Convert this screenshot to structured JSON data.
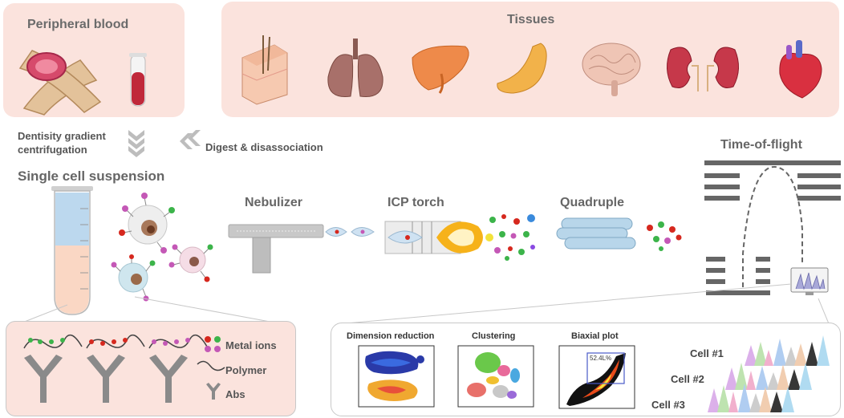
{
  "peripheral": {
    "title": "Peripheral blood"
  },
  "tissues": {
    "title": "Tissues"
  },
  "steps": {
    "density_line1": "Dentisity gradient",
    "density_line2": "centrifugation",
    "digest": "Digest & disassociation",
    "suspension": "Single cell suspension"
  },
  "instrument": {
    "nebulizer": "Nebulizer",
    "icp": "ICP torch",
    "quadruple": "Quadruple",
    "tof": "Time-of-flight"
  },
  "legend": {
    "metal_ions": "Metal ions",
    "polymer": "Polymer",
    "abs": "Abs"
  },
  "analysis": {
    "dim_reduction": "Dimension reduction",
    "clustering": "Clustering",
    "biaxial": "Biaxial plot",
    "gate_value": "52.4L%"
  },
  "cells": [
    "Cell #1",
    "Cell #2",
    "Cell #3"
  ],
  "colors": {
    "panel_bg": "#fbe3dd",
    "metal_red": "#d6281e",
    "metal_green": "#3cb44a",
    "metal_magenta": "#c458b6",
    "arrow_gray": "#bdbdbd"
  }
}
